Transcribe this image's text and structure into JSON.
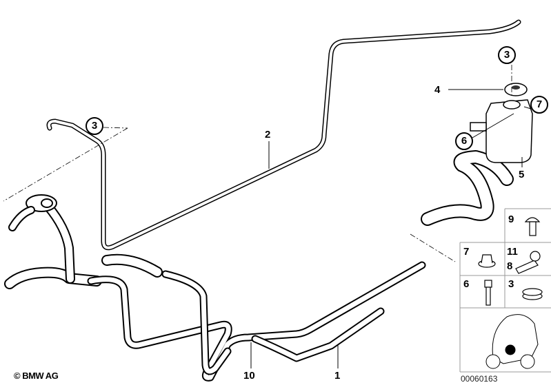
{
  "diagram": {
    "part_labels": {
      "p1": "1",
      "p2": "2",
      "p4": "4",
      "p5": "5",
      "p10": "10"
    },
    "callouts": {
      "c3_left": "3",
      "c3_top": "3",
      "c7": "7",
      "c6": "6"
    },
    "legend": {
      "p9": "9",
      "p7": "7",
      "p11": "11",
      "p8": "8",
      "p6": "6",
      "p3": "3"
    },
    "copyright": "© BMW AG",
    "diagram_code": "00060163"
  }
}
